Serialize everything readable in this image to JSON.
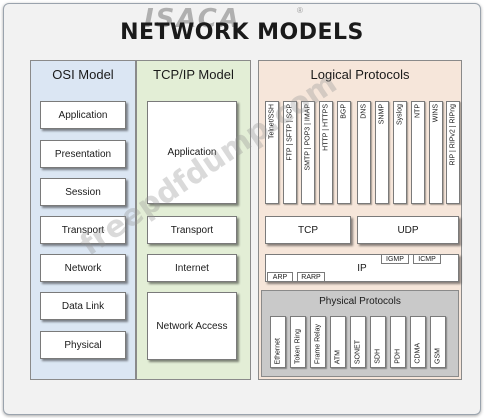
{
  "header": {
    "logo": "ISACA",
    "logo_mark": "®",
    "title": "NETWORK MODELS"
  },
  "osi": {
    "title": "OSI Model",
    "layers": [
      "Application",
      "Presentation",
      "Session",
      "Transport",
      "Network",
      "Data Link",
      "Physical"
    ]
  },
  "tcpip": {
    "title": "TCP/IP Model",
    "layers": [
      "Application",
      "Transport",
      "Internet",
      "Network Access"
    ]
  },
  "logical": {
    "title": "Logical Protocols",
    "tcp_apps": [
      "Telnet/SSH",
      "FTP | SFTP | SCP",
      "SMTP | POP3 | IMAP",
      "HTTP | HTTPS",
      "BGP"
    ],
    "udp_apps": [
      "DNS",
      "SNMP",
      "Syslog",
      "NTP",
      "WINS",
      "RIP | RIPv2 | RIPng"
    ],
    "tcp": "TCP",
    "udp": "UDP",
    "ip": "IP",
    "igmp": "IGMP",
    "icmp": "ICMP",
    "arp": "ARP",
    "rarp": "RARP"
  },
  "physical": {
    "title": "Physical Protocols",
    "items": [
      "Ethernet",
      "Token Ring",
      "Frame Relay",
      "ATM",
      "SONET",
      "SDH",
      "PDH",
      "CDMA",
      "GSM"
    ]
  },
  "watermark": "freepdfdump.com"
}
